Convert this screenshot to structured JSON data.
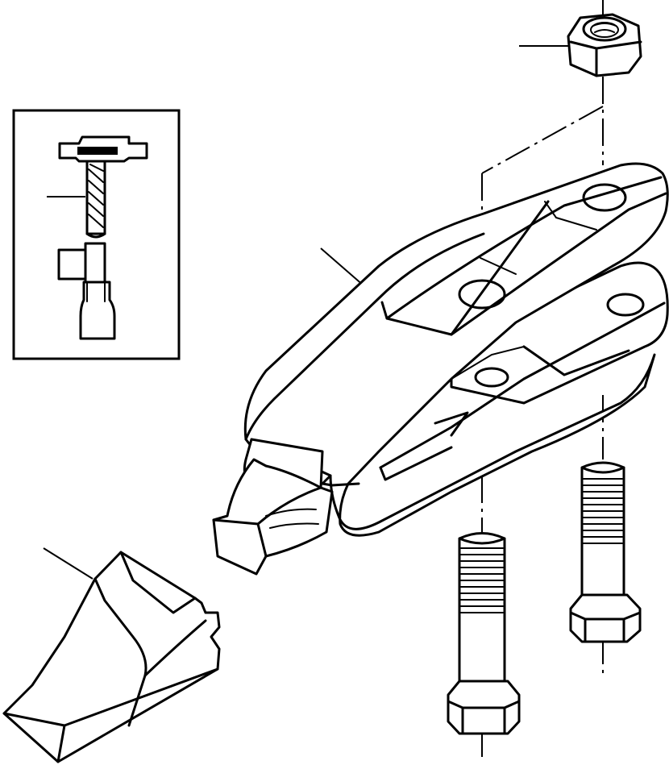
{
  "drawing": {
    "kind": "exploded-parts-diagram",
    "parts": [
      {
        "id": "nut",
        "icon": "hex-nut-icon"
      },
      {
        "id": "adapter",
        "icon": "tooth-adapter-icon"
      },
      {
        "id": "tooth-point",
        "icon": "tooth-point-icon"
      },
      {
        "id": "bolt-front",
        "icon": "hex-bolt-icon"
      },
      {
        "id": "bolt-rear",
        "icon": "hex-bolt-icon"
      },
      {
        "id": "pin-detail",
        "icon": "pin-and-punch-icon"
      }
    ],
    "colors": {
      "line": "#000000",
      "background": "#ffffff"
    }
  }
}
